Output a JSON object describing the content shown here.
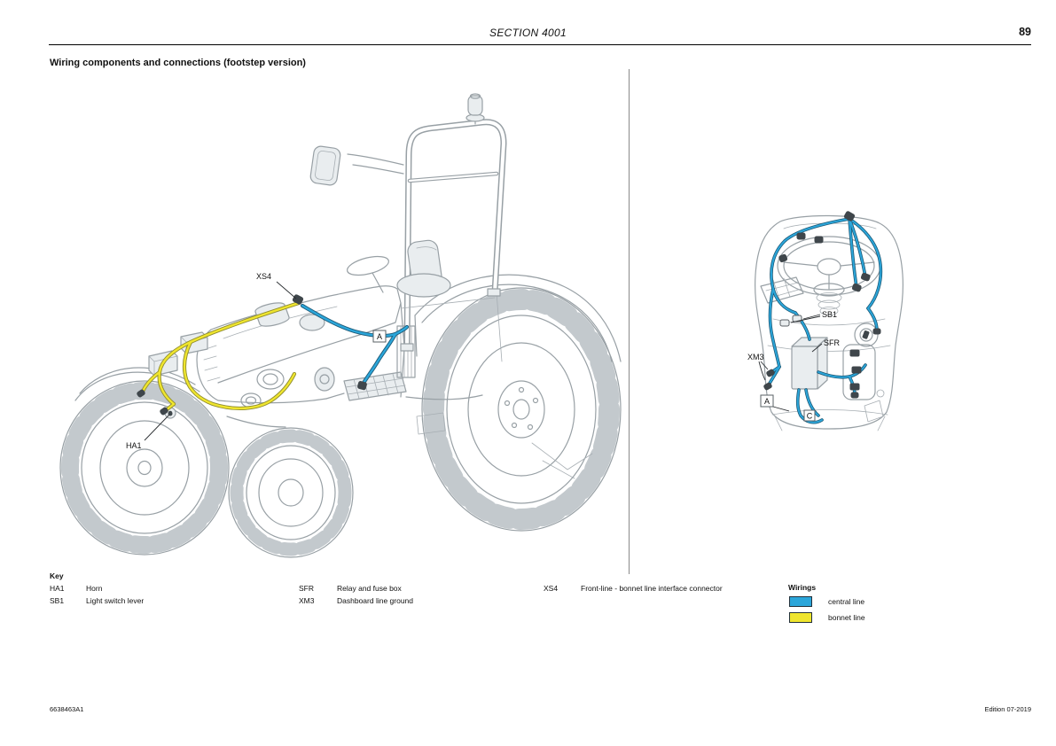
{
  "header": {
    "section": "SECTION 4001",
    "page": "89"
  },
  "title": "Wiring components and connections (footstep version)",
  "labels": {
    "xs4": "XS4",
    "ha1": "HA1",
    "a": "A",
    "sb1": "SB1",
    "sfr": "SFR",
    "xm3": "XM3",
    "c": "C"
  },
  "key": {
    "heading": "Key",
    "col1": [
      {
        "code": "HA1",
        "desc": "Horn"
      },
      {
        "code": "SB1",
        "desc": "Light switch lever"
      }
    ],
    "col2": [
      {
        "code": "SFR",
        "desc": "Relay and fuse box"
      },
      {
        "code": "XM3",
        "desc": "Dashboard line ground"
      }
    ],
    "col3": [
      {
        "code": "XS4",
        "desc": "Front-line - bonnet line interface connector"
      }
    ]
  },
  "wirings": {
    "heading": "Wirings",
    "items": [
      {
        "label": "central line",
        "color": "#2ba6da"
      },
      {
        "label": "bonnet line",
        "color": "#efe52e"
      }
    ]
  },
  "footer": {
    "left": "6638463A1",
    "right": "Edition 07-2019"
  }
}
